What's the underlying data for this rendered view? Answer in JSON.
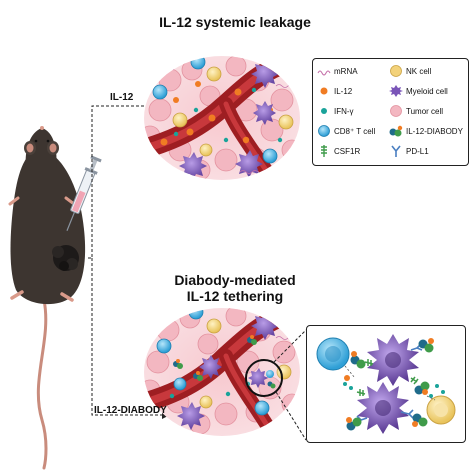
{
  "title_top": "IL-12 systemic leakage",
  "title_bottom_line1": "Diabody-mediated",
  "title_bottom_line2": "IL-12 tethering",
  "arrow_top_label": "IL-12",
  "arrow_bottom_label": "IL-12-DIABODY",
  "legend": {
    "left": [
      {
        "label": "mRNA",
        "icon": "mrna-icon"
      },
      {
        "label": "IL-12",
        "icon": "il12-dot-icon"
      },
      {
        "label": "IFN-γ",
        "icon": "ifn-gamma-dot-icon"
      },
      {
        "label": "CD8⁺ T cell",
        "icon": "t-cell-icon"
      },
      {
        "label": "CSF1R",
        "icon": "csf1r-receptor-icon"
      }
    ],
    "right": [
      {
        "label": "NK cell",
        "icon": "nk-cell-icon"
      },
      {
        "label": "Myeloid cell",
        "icon": "myeloid-cell-icon"
      },
      {
        "label": "Tumor cell",
        "icon": "tumor-cell-icon"
      },
      {
        "label": "IL-12-DIABODY",
        "icon": "diabody-icon"
      },
      {
        "label": "PD-L1",
        "icon": "pdl1-receptor-icon"
      }
    ]
  },
  "colors": {
    "il12": "#f07c23",
    "ifn_gamma": "#1aa39a",
    "t_cell": "#4ab8e8",
    "nk_cell": "#f3d27a",
    "myeloid": "#7a55b8",
    "tumor": "#f2b6c0",
    "vessel": "#a32025",
    "mouse": "#3d3530"
  }
}
